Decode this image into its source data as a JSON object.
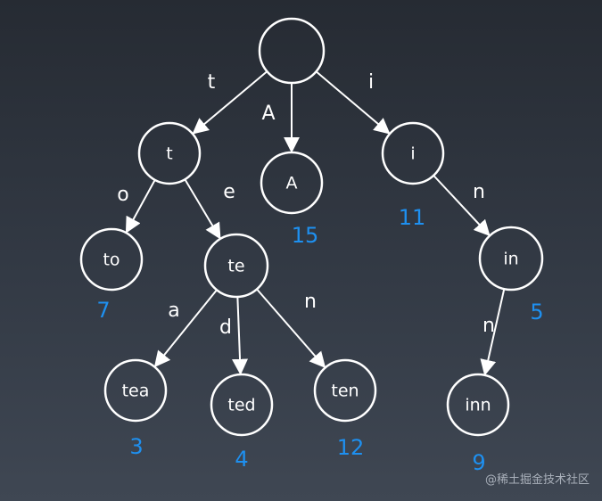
{
  "diagram": {
    "colors": {
      "line": "#ffffff",
      "text": "#ffffff",
      "value": "#1e90f0",
      "background": "#2e343e"
    },
    "nodes": [
      {
        "id": "root",
        "label": ""
      },
      {
        "id": "t",
        "label": "t"
      },
      {
        "id": "A",
        "label": "A"
      },
      {
        "id": "i",
        "label": "i"
      },
      {
        "id": "to",
        "label": "to"
      },
      {
        "id": "te",
        "label": "te"
      },
      {
        "id": "in",
        "label": "in"
      },
      {
        "id": "tea",
        "label": "tea"
      },
      {
        "id": "ted",
        "label": "ted"
      },
      {
        "id": "ten",
        "label": "ten"
      },
      {
        "id": "inn",
        "label": "inn"
      }
    ],
    "edges": [
      {
        "from": "root",
        "to": "t",
        "label": "t"
      },
      {
        "from": "root",
        "to": "A",
        "label": "A"
      },
      {
        "from": "root",
        "to": "i",
        "label": "i"
      },
      {
        "from": "t",
        "to": "to",
        "label": "o"
      },
      {
        "from": "t",
        "to": "te",
        "label": "e"
      },
      {
        "from": "i",
        "to": "in",
        "label": "n"
      },
      {
        "from": "te",
        "to": "tea",
        "label": "a"
      },
      {
        "from": "te",
        "to": "ted",
        "label": "d"
      },
      {
        "from": "te",
        "to": "ten",
        "label": "n"
      },
      {
        "from": "in",
        "to": "inn",
        "label": "n"
      }
    ],
    "values": [
      {
        "node": "A",
        "value": "15"
      },
      {
        "node": "i",
        "value": "11"
      },
      {
        "node": "to",
        "value": "7"
      },
      {
        "node": "in",
        "value": "5"
      },
      {
        "node": "tea",
        "value": "3"
      },
      {
        "node": "ted",
        "value": "4"
      },
      {
        "node": "ten",
        "value": "12"
      },
      {
        "node": "inn",
        "value": "9"
      }
    ]
  },
  "watermark": "@稀土掘金技术社区"
}
